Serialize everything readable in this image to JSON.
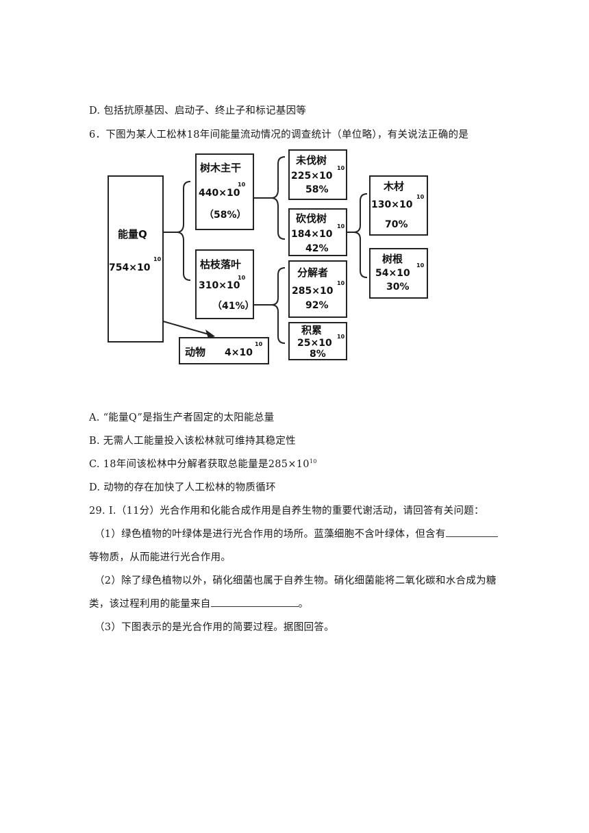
{
  "option_d_prev": "D. 包括抗原基因、启动子、终止子和标记基因等",
  "q6": {
    "stem": "6．下图为某人工松林18年间能量流动情况的调查统计（单位略），有关说法正确的是",
    "diagram": {
      "energy_q": {
        "label": "能量Q",
        "value": "754×10",
        "exp": "10"
      },
      "trunk": {
        "label": "树木主干",
        "value": "440×10",
        "exp": "10",
        "pct": "（58%）"
      },
      "litter": {
        "label": "枯枝落叶",
        "value": "310×10",
        "exp": "10",
        "pct": "（41%）"
      },
      "animal": {
        "label": "动物",
        "value": "4×10",
        "exp": "10"
      },
      "uncut": {
        "label": "未伐树",
        "value": "225×10",
        "exp": "10",
        "pct": "58%"
      },
      "cut": {
        "label": "砍伐树",
        "value": "184×10",
        "exp": "10",
        "pct": "42%"
      },
      "wood": {
        "label": "木材",
        "value": "130×10",
        "exp": "10",
        "pct": "70%"
      },
      "root": {
        "label": "树根",
        "value": "54×10",
        "exp": "10",
        "pct": "30%"
      },
      "decomposer": {
        "label": "分解者",
        "value": "285×10",
        "exp": "10",
        "pct": "92%"
      },
      "accum": {
        "label": "积累",
        "value": "25×10",
        "exp": "10",
        "pct": "8%"
      }
    },
    "options": {
      "a": "A. “能量Q”是指生产者固定的太阳能总量",
      "b": "B. 无需人工能量投入该松林就可维持其稳定性",
      "c": "C. 18年间该松林中分解者获取总能量是285×10",
      "c_exp": "10",
      "d": "D. 动物的存在加快了人工松林的物质循环"
    }
  },
  "q29": {
    "intro": "29. Ⅰ.（11分）光合作用和化能合成作用是自养生物的重要代谢活动，请回答有关问题：",
    "p1a": "（1）绿色植物的叶绿体是进行光合作用的场所。蓝藻细胞不含叶绿体，但含有",
    "p1b": "等物质，从而能进行光合作用。",
    "p2a": "（2）除了绿色植物以外，硝化细菌也属于自养生物。硝化细菌能将二氧化碳和水合成为糖",
    "p2b": "类，该过程利用的能量来自",
    "p2b_end": "。",
    "p3": "（3）下图表示的是光合作用的简要过程。据图回答。"
  }
}
